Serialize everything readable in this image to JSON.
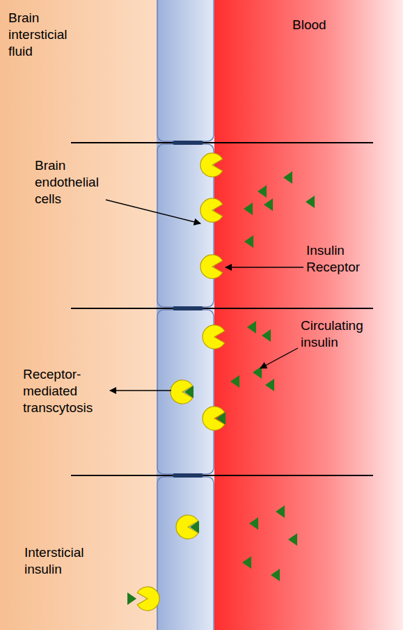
{
  "diagram": {
    "nodes": [
      {
        "text": [
          "Brain intersticial fluid"
        ]
      },
      {
        "text": [
          "Blood"
        ]
      }
    ],
    "labels": [
      "Brain endothelial cells",
      "Insulin Receptor",
      "Circulating insulin",
      "Receptor-mediated transcytosis",
      "Intersticial insulin"
    ]
  }
}
